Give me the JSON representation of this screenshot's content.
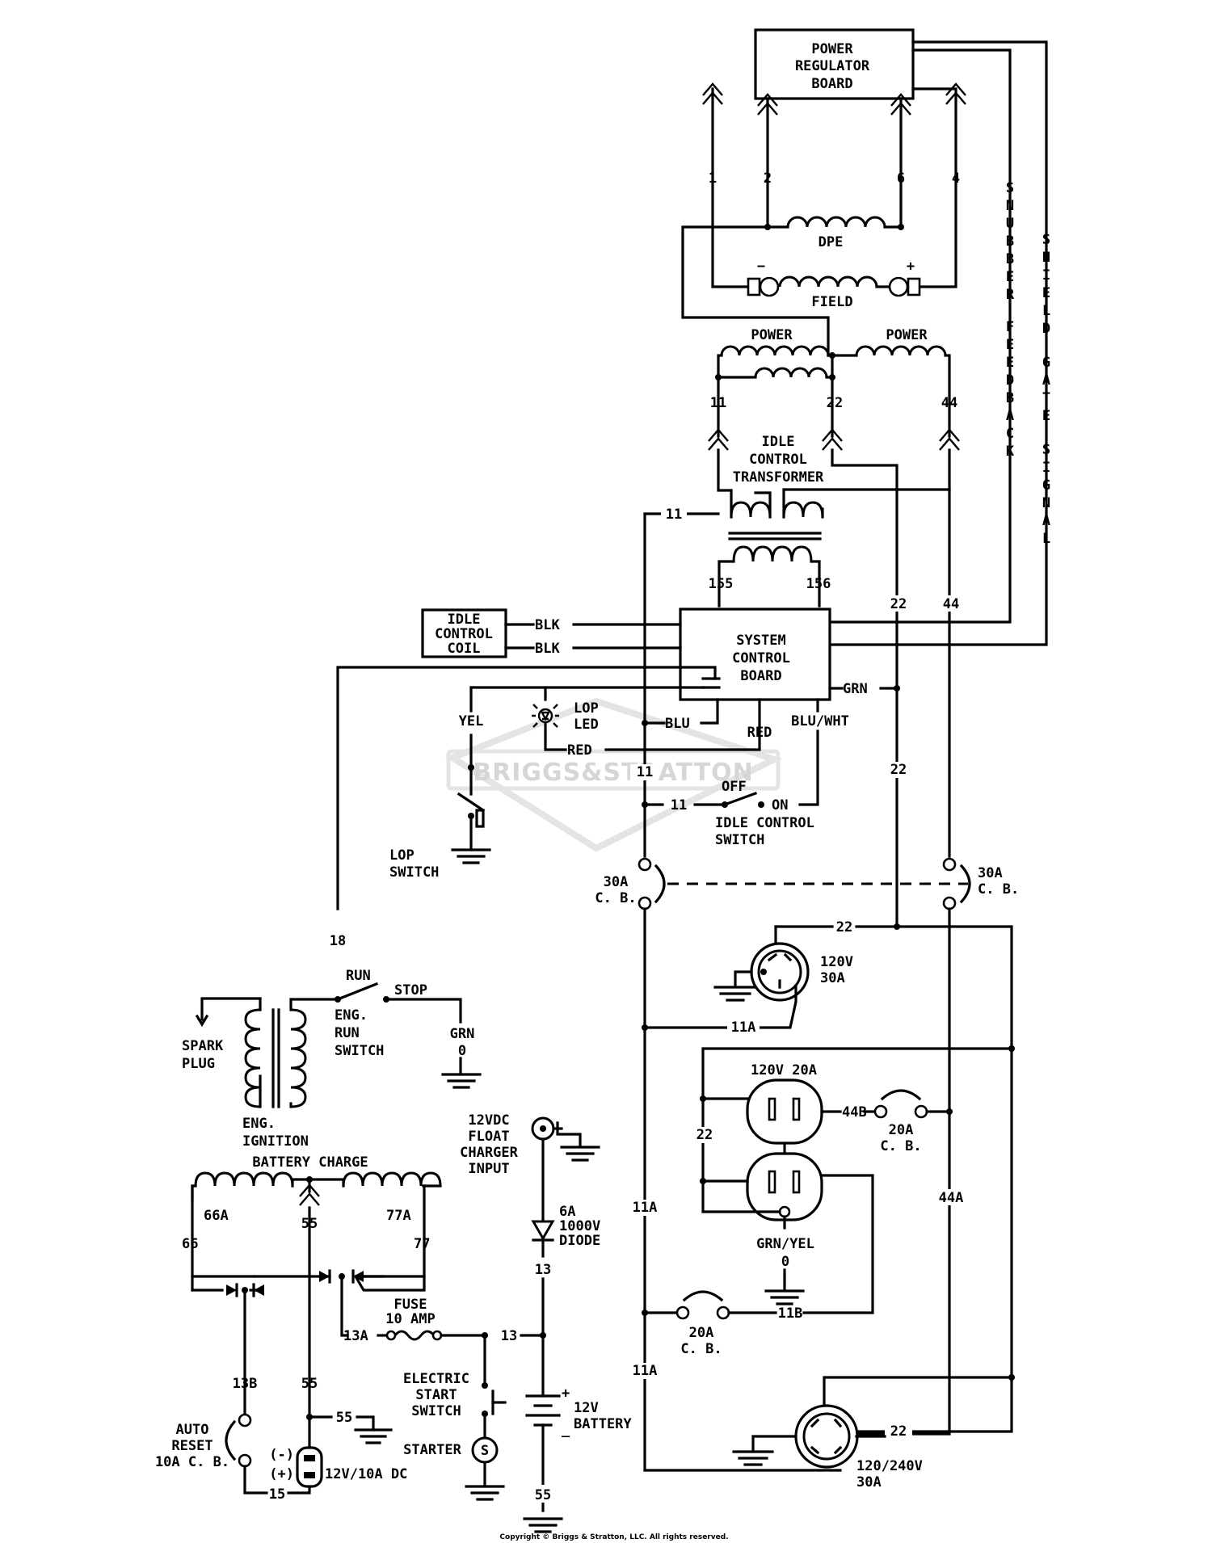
{
  "components": {
    "power_regulator_board": [
      "POWER",
      "REGULATOR",
      "BOARD"
    ],
    "system_control_board": [
      "SYSTEM",
      "CONTROL",
      "BOARD"
    ],
    "idle_control_coil": [
      "IDLE",
      "CONTROL",
      "COIL"
    ],
    "idle_control_transformer": [
      "IDLE",
      "CONTROL",
      "TRANSFORMER"
    ],
    "dpe": "DPE",
    "field": "FIELD",
    "power_left": "POWER",
    "power_right": "POWER",
    "snubber_feedback": "SNUBBER FEEDBACK",
    "shield_gate_signal": "SHIELD GATE SIGNAL",
    "lop_led": [
      "LOP",
      "LED"
    ],
    "lop_switch": [
      "LOP",
      "SWITCH"
    ],
    "idle_control_switch": [
      "IDLE CONTROL",
      "SWITCH"
    ],
    "idle_off": "OFF",
    "idle_on": "ON",
    "eng_run_switch": [
      "ENG.",
      "RUN",
      "SWITCH"
    ],
    "run": "RUN",
    "stop": "STOP",
    "spark_plug": [
      "SPARK",
      "PLUG"
    ],
    "eng_ignition": [
      "ENG.",
      "IGNITION"
    ],
    "battery_charge": "BATTERY CHARGE",
    "float_charger": [
      "12VDC",
      "FLOAT",
      "CHARGER",
      "INPUT"
    ],
    "diode": [
      "6A",
      "1000V",
      "DIODE"
    ],
    "fuse": [
      "FUSE",
      "10 AMP"
    ],
    "electric_start_switch": [
      "ELECTRIC",
      "START",
      "SWITCH"
    ],
    "starter": "STARTER",
    "starter_symbol": "S",
    "battery": [
      "12V",
      "BATTERY"
    ],
    "auto_reset": [
      "AUTO",
      "RESET",
      "10A C. B."
    ],
    "dc_outlet": "12V/10A DC",
    "dc_minus": "(-)",
    "dc_plus": "(+)",
    "cb_30a_left": [
      "30A",
      "C. B."
    ],
    "cb_30a_right": [
      "30A",
      "C. B."
    ],
    "outlet_120v_30a": [
      "120V",
      "30A"
    ],
    "outlet_120v_20a": "120V 20A",
    "cb_20a_top": [
      "20A",
      "C. B."
    ],
    "cb_20a_bottom": [
      "20A",
      "C. B."
    ],
    "grn_yel": "GRN/YEL",
    "outlet_120_240v": [
      "120/240V",
      "30A"
    ]
  },
  "wires": {
    "w1": "1",
    "w2": "2",
    "w6": "6",
    "w4": "4",
    "w11": "11",
    "w22": "22",
    "w44": "44",
    "w155": "155",
    "w156": "156",
    "w18": "18",
    "w55": "55",
    "w66": "66",
    "w66a": "66A",
    "w77": "77",
    "w77a": "77A",
    "w13": "13",
    "w13a": "13A",
    "w13b": "13B",
    "w15": "15",
    "w11a": "11A",
    "w11b": "11B",
    "w44a": "44A",
    "w44b": "44B",
    "w0": "0",
    "blk": "BLK",
    "grn": "GRN",
    "blu": "BLU",
    "red": "RED",
    "blu_wht": "BLU/WHT",
    "yel": "YEL"
  },
  "watermark": "BRIGGS&STRATTON",
  "copyright": "Copyright © Briggs & Stratton, LLC. All rights reserved."
}
